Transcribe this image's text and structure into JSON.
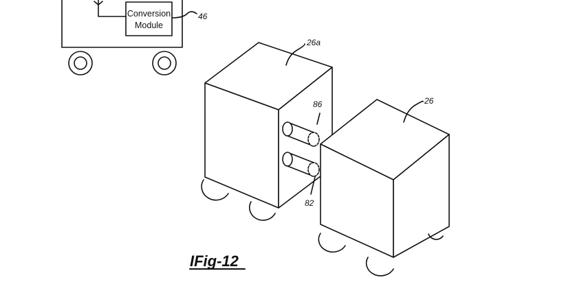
{
  "figure": {
    "title": "IFig-12"
  },
  "module": {
    "line1": "Conversion",
    "line2": "Module",
    "ref": "46"
  },
  "refs": {
    "cart_a": "26a",
    "cart_b": "26",
    "upper_connector": "86",
    "lower_connector": "82"
  }
}
